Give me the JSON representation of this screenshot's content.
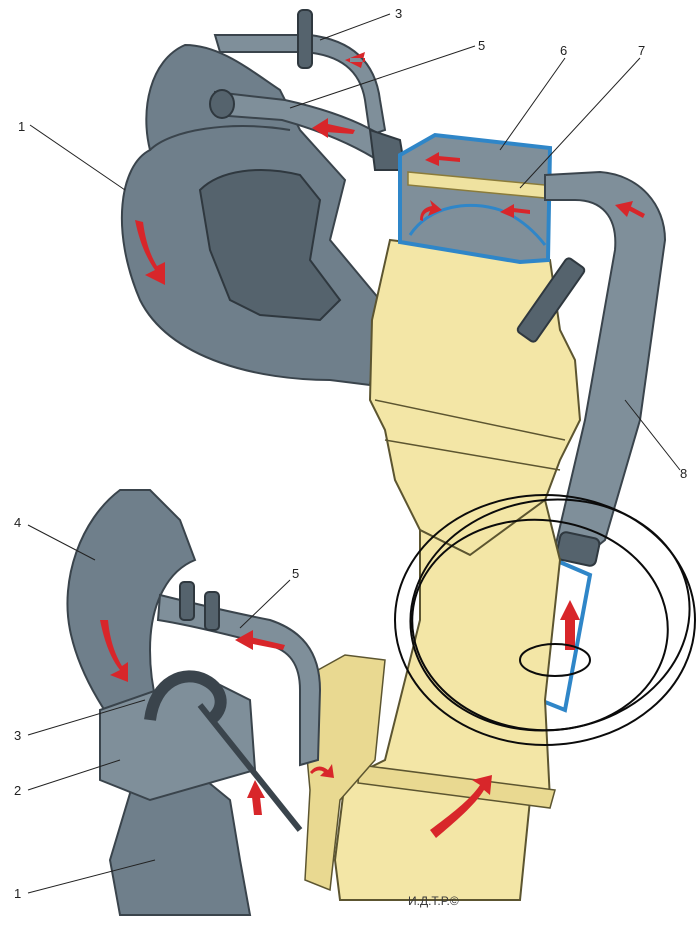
{
  "callouts": [
    {
      "id": "1",
      "label": "1"
    },
    {
      "id": "3",
      "label": "3"
    },
    {
      "id": "5",
      "label": "5"
    },
    {
      "id": "6",
      "label": "6"
    },
    {
      "id": "7",
      "label": "7"
    },
    {
      "id": "8",
      "label": "8"
    },
    {
      "id": "4",
      "label": "4"
    },
    {
      "id": "5b",
      "label": "5"
    },
    {
      "id": "3b",
      "label": "3"
    },
    {
      "id": "2",
      "label": "2"
    },
    {
      "id": "1b",
      "label": "1"
    }
  ],
  "watermark": "И.Д.Т.Р.©",
  "colors": {
    "housing": "#6f7f8b",
    "duct": "#f3e6a6",
    "filter_outline": "#2f86c8",
    "flow_arrow": "#d8262a",
    "annotation_scribble": "#0b0b0b"
  }
}
